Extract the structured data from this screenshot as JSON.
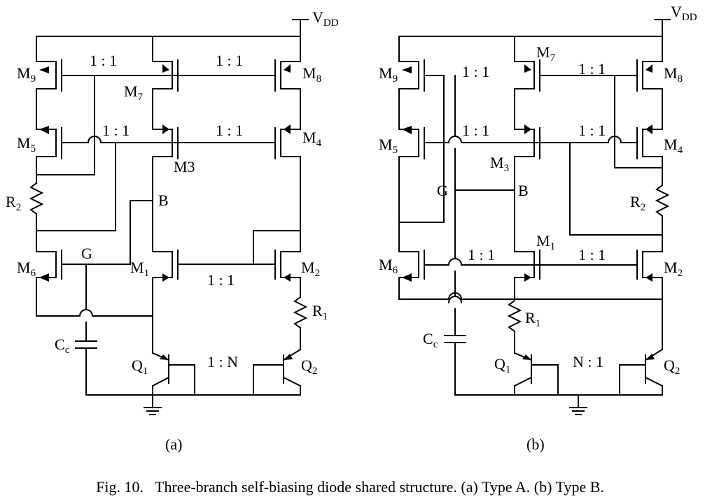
{
  "caption": "Fig. 10.   Three-branch self-biasing diode shared structure. (a) Type A. (b) Type B.",
  "panel_a": {
    "label": "(a)",
    "vdd": "V",
    "vdd_sub": "DD",
    "m9": "M",
    "m9_sub": "9",
    "m7": "M",
    "m7_sub": "7",
    "m8": "M",
    "m8_sub": "8",
    "m5": "M",
    "m5_sub": "5",
    "m4": "M",
    "m4_sub": "4",
    "m3": "M3",
    "r2": "R",
    "r2_sub": "2",
    "b": "B",
    "g": "G",
    "m6": "M",
    "m6_sub": "6",
    "m1": "M",
    "m1_sub": "1",
    "m2": "M",
    "m2_sub": "2",
    "r1": "R",
    "r1_sub": "1",
    "cc": "C",
    "cc_sub": "c",
    "q1": "Q",
    "q1_sub": "1",
    "q2": "Q",
    "q2_sub": "2",
    "ratio_97": "1 : 1",
    "ratio_78": "1 : 1",
    "ratio_53": "1 : 1",
    "ratio_34": "1 : 1",
    "ratio_12": "1 : 1",
    "ratio_q": "1 : N"
  },
  "panel_b": {
    "label": "(b)",
    "vdd": "V",
    "vdd_sub": "DD",
    "m9": "M",
    "m9_sub": "9",
    "m7": "M",
    "m7_sub": "7",
    "m8": "M",
    "m8_sub": "8",
    "m5": "M",
    "m5_sub": "5",
    "m4": "M",
    "m4_sub": "4",
    "m3": "M",
    "m3_sub": "3",
    "g": "G",
    "b": "B",
    "r2": "R",
    "r2_sub": "2",
    "m1": "M",
    "m1_sub": "1",
    "m6": "M",
    "m6_sub": "6",
    "m2": "M",
    "m2_sub": "2",
    "r1": "R",
    "r1_sub": "1",
    "cc": "C",
    "cc_sub": "c",
    "q1": "Q",
    "q1_sub": "1",
    "q2": "Q",
    "q2_sub": "2",
    "ratio_9": "1 : 1",
    "ratio_78": "1 : 1",
    "ratio_5": "1 : 1",
    "ratio_34": "1 : 1",
    "ratio_6": "1 : 1",
    "ratio_12": "1 : 1",
    "ratio_q": "N : 1"
  }
}
